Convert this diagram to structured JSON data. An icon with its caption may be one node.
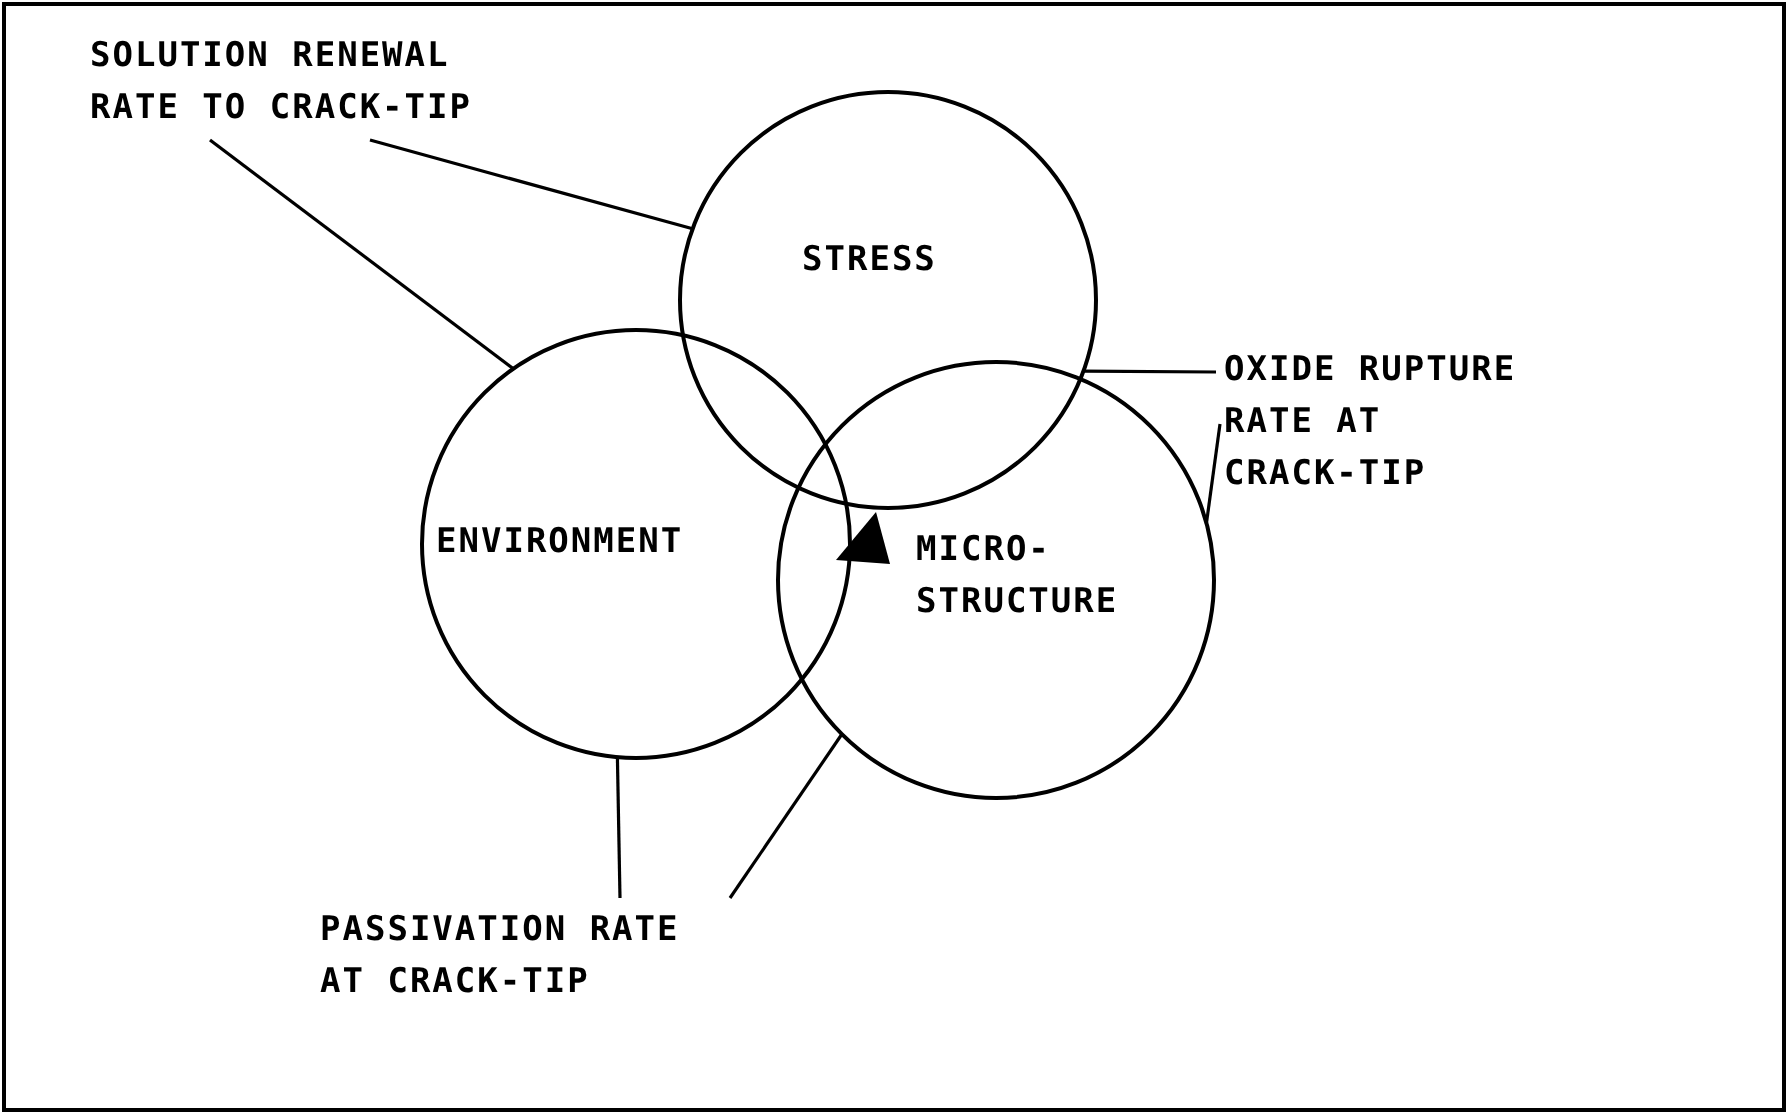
{
  "diagram": {
    "nodes": [
      {
        "text": [
          "STRESS"
        ]
      },
      {
        "text": [
          "ENVIRONMENT"
        ]
      },
      {
        "text": [
          "MICRO- STRUCTURE"
        ]
      },
      {
        "text": [
          "SOLUTION RENEWAL RATE TO CRACK-TIP"
        ]
      },
      {
        "text": [
          "OXIDE RUPTURE RATE AT CRACK-TIP"
        ]
      },
      {
        "text": [
          "PASSIVATION RATE AT CRACK-TIP"
        ]
      }
    ],
    "edges": [
      {
        "from": 3,
        "to": 0,
        "arrow": "none"
      },
      {
        "from": 3,
        "to": 1,
        "arrow": "none"
      },
      {
        "from": 4,
        "to": 0,
        "arrow": "none"
      },
      {
        "from": 4,
        "to": 2,
        "arrow": "none"
      },
      {
        "from": 5,
        "to": 1,
        "arrow": "none"
      },
      {
        "from": 5,
        "to": 2,
        "arrow": "none"
      }
    ]
  }
}
